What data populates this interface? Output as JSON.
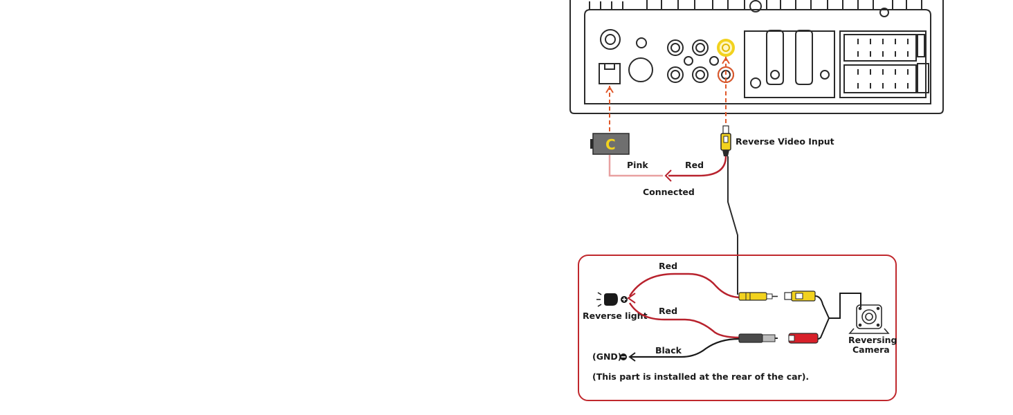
{
  "labels": {
    "reverse_video_input": "Reverse Video Input",
    "pink": "Pink",
    "red_top": "Red",
    "connected": "Connected",
    "red_upper": "Red",
    "red_lower": "Red",
    "black": "Black",
    "reverse_light": "Reverse light",
    "gnd": "(GND)",
    "reversing_line1": "Reversing",
    "reversing_line2": "Camera",
    "note": "(This part is installed at the rear of the car).",
    "connector_letter": "C"
  },
  "colors": {
    "outline": "#2a2a2a",
    "dashed_guide": "#e0582a",
    "red_wire": "#b8222d",
    "pink_wire": "#e8a0a0",
    "yellow_connector": "#f2d21e",
    "red_connector": "#d8202a",
    "box_border": "#c0282d",
    "connector_gray": "#6f6f6f"
  },
  "icons": {
    "reverse_light": "bulb-icon",
    "plus": "plus-circle-icon",
    "minus": "minus-circle-icon",
    "camera": "camera-icon"
  }
}
